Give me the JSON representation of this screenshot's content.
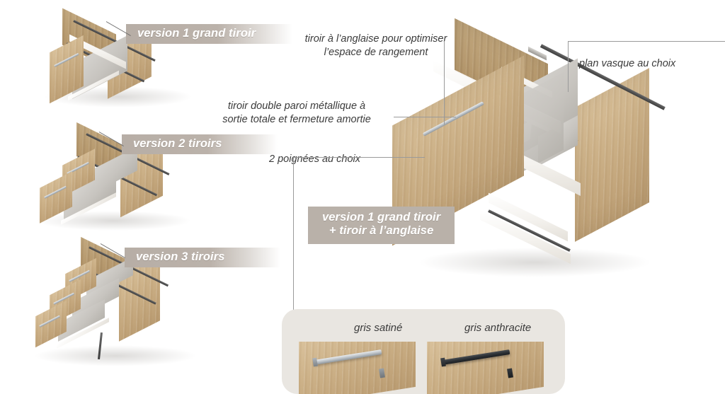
{
  "annotations": [
    {
      "id": "tiroir-anglaise",
      "text": "tiroir à l’anglaise pour optimiser\nl’espace de rangement",
      "align": "center"
    },
    {
      "id": "double-paroi",
      "text": "tiroir double paroi métallique à\nsortie totale et fermeture amortie",
      "align": "center"
    },
    {
      "id": "deux-poignees",
      "text": "2 poignées au choix",
      "align": "left"
    },
    {
      "id": "plan-vasque",
      "text": "plan vasque au choix",
      "align": "left"
    }
  ],
  "version_ribbons": [
    {
      "id": "version-1",
      "text": "version 1 grand tiroir"
    },
    {
      "id": "version-2",
      "text": "version 2 tiroirs"
    },
    {
      "id": "version-3",
      "text": "version 3 tiroirs"
    }
  ],
  "main_ribbon": {
    "line1": "version 1 grand tiroir",
    "line2": "+ tiroir à l’anglaise"
  },
  "handle_card": {
    "options": [
      {
        "id": "gris-satine",
        "label": "gris satiné",
        "finish_color": "#b9bfc4"
      },
      {
        "id": "gris-anthracite",
        "label": "gris anthracite",
        "finish_color": "#2b2f33"
      }
    ],
    "background_color": "#e9e6e1"
  },
  "renders": [
    {
      "id": "render-version-1",
      "drawers": 1,
      "caption": "version 1 grand tiroir"
    },
    {
      "id": "render-version-2",
      "drawers": 2,
      "caption": "version 2 tiroirs"
    },
    {
      "id": "render-version-3",
      "drawers": 3,
      "caption": "version 3 tiroirs"
    },
    {
      "id": "render-main",
      "drawers": 1,
      "caption": "version 1 grand tiroir + tiroir à l’anglaise"
    }
  ],
  "palette": {
    "ribbon_bg": "#b9b1a9",
    "ribbon_text": "#ffffff",
    "annotation_text": "#3b3b3b",
    "leader_line": "#9a9a9a",
    "card_bg": "#e9e6e1",
    "oak_light": "#d9c19b",
    "oak_mid": "#c3a67c",
    "panel_white": "#f4f2ee",
    "rail_dark": "#3c3c3c"
  }
}
